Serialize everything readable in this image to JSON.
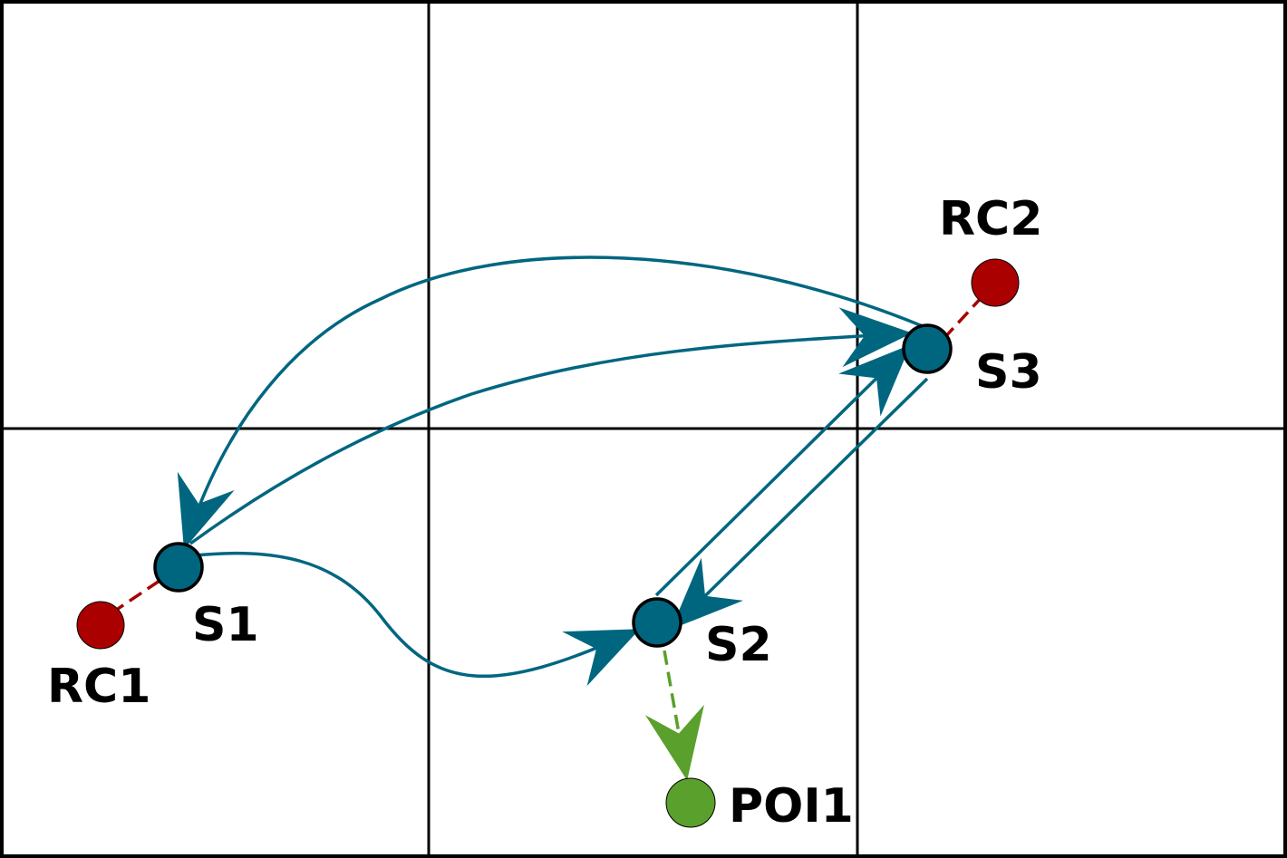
{
  "grid": {
    "columns": 3,
    "rows": 2
  },
  "colors": {
    "grid": "#000000",
    "sensor": "#006680",
    "edge": "#006680",
    "remote_controller": "#aa0000",
    "rc_link": "#aa0000",
    "poi": "#5aa02c",
    "poi_link": "#5aa02c"
  },
  "nodes": {
    "s1": {
      "label": "S1",
      "type": "sensor"
    },
    "s2": {
      "label": "S2",
      "type": "sensor"
    },
    "s3": {
      "label": "S3",
      "type": "sensor"
    },
    "rc1": {
      "label": "RC1",
      "type": "remote-controller"
    },
    "rc2": {
      "label": "RC2",
      "type": "remote-controller"
    },
    "poi1": {
      "label": "POI1",
      "type": "point-of-interest"
    }
  },
  "edges": [
    {
      "from": "S3",
      "to": "S1",
      "style": "solid",
      "arrow": "end"
    },
    {
      "from": "S1",
      "to": "S3",
      "style": "solid",
      "arrow": "end"
    },
    {
      "from": "S1",
      "to": "S2",
      "style": "solid",
      "arrow": "end"
    },
    {
      "from": "S2",
      "to": "S3",
      "style": "solid",
      "arrow": "end"
    },
    {
      "from": "S3",
      "to": "S2",
      "style": "solid",
      "arrow": "end"
    },
    {
      "from": "S2",
      "to": "POI1",
      "style": "dashed",
      "arrow": "end"
    },
    {
      "from": "S1",
      "to": "RC1",
      "style": "dashed",
      "arrow": "none"
    },
    {
      "from": "S3",
      "to": "RC2",
      "style": "dashed",
      "arrow": "none"
    }
  ]
}
